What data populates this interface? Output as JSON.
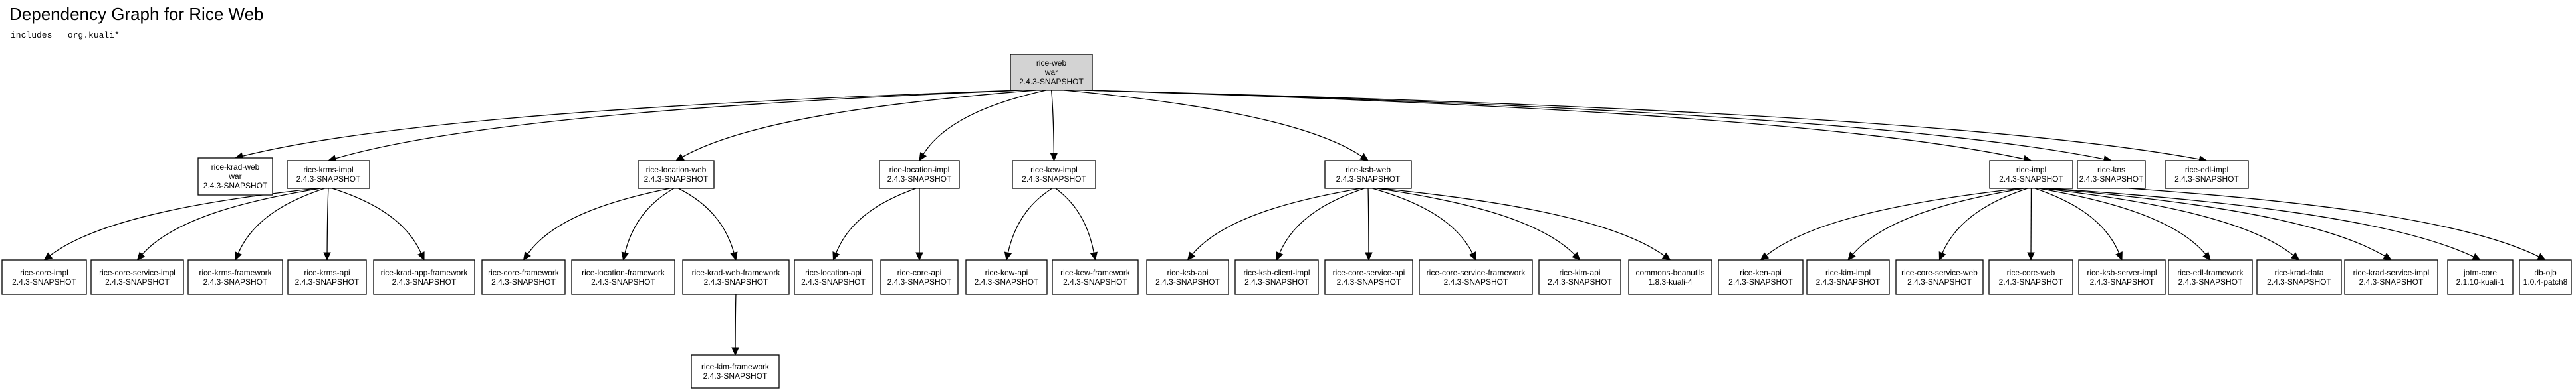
{
  "title": "Dependency Graph for Rice Web",
  "subtitle": "includes = org.kuali*",
  "nodes": [
    {
      "id": "rice-web",
      "lines": [
        "rice-web",
        "war",
        "2.4.3-SNAPSHOT"
      ],
      "root": true
    },
    {
      "id": "rice-krad-web",
      "lines": [
        "rice-krad-web",
        "war",
        "2.4.3-SNAPSHOT"
      ]
    },
    {
      "id": "rice-krms-impl",
      "lines": [
        "rice-krms-impl",
        "2.4.3-SNAPSHOT"
      ]
    },
    {
      "id": "rice-location-web",
      "lines": [
        "rice-location-web",
        "2.4.3-SNAPSHOT"
      ]
    },
    {
      "id": "rice-location-impl",
      "lines": [
        "rice-location-impl",
        "2.4.3-SNAPSHOT"
      ]
    },
    {
      "id": "rice-kew-impl",
      "lines": [
        "rice-kew-impl",
        "2.4.3-SNAPSHOT"
      ]
    },
    {
      "id": "rice-ksb-web",
      "lines": [
        "rice-ksb-web",
        "2.4.3-SNAPSHOT"
      ]
    },
    {
      "id": "rice-impl",
      "lines": [
        "rice-impl",
        "2.4.3-SNAPSHOT"
      ]
    },
    {
      "id": "rice-kns",
      "lines": [
        "rice-kns",
        "2.4.3-SNAPSHOT"
      ]
    },
    {
      "id": "rice-edl-impl",
      "lines": [
        "rice-edl-impl",
        "2.4.3-SNAPSHOT"
      ]
    },
    {
      "id": "rice-core-impl",
      "lines": [
        "rice-core-impl",
        "2.4.3-SNAPSHOT"
      ]
    },
    {
      "id": "rice-core-service-impl",
      "lines": [
        "rice-core-service-impl",
        "2.4.3-SNAPSHOT"
      ]
    },
    {
      "id": "rice-krms-framework",
      "lines": [
        "rice-krms-framework",
        "2.4.3-SNAPSHOT"
      ]
    },
    {
      "id": "rice-krms-api",
      "lines": [
        "rice-krms-api",
        "2.4.3-SNAPSHOT"
      ]
    },
    {
      "id": "rice-krad-app-framework",
      "lines": [
        "rice-krad-app-framework",
        "2.4.3-SNAPSHOT"
      ]
    },
    {
      "id": "rice-core-framework",
      "lines": [
        "rice-core-framework",
        "2.4.3-SNAPSHOT"
      ]
    },
    {
      "id": "rice-location-framework",
      "lines": [
        "rice-location-framework",
        "2.4.3-SNAPSHOT"
      ]
    },
    {
      "id": "rice-krad-web-framework",
      "lines": [
        "rice-krad-web-framework",
        "2.4.3-SNAPSHOT"
      ]
    },
    {
      "id": "rice-location-api",
      "lines": [
        "rice-location-api",
        "2.4.3-SNAPSHOT"
      ]
    },
    {
      "id": "rice-core-api",
      "lines": [
        "rice-core-api",
        "2.4.3-SNAPSHOT"
      ]
    },
    {
      "id": "rice-kew-api",
      "lines": [
        "rice-kew-api",
        "2.4.3-SNAPSHOT"
      ]
    },
    {
      "id": "rice-kew-framework",
      "lines": [
        "rice-kew-framework",
        "2.4.3-SNAPSHOT"
      ]
    },
    {
      "id": "rice-ksb-api",
      "lines": [
        "rice-ksb-api",
        "2.4.3-SNAPSHOT"
      ]
    },
    {
      "id": "rice-ksb-client-impl",
      "lines": [
        "rice-ksb-client-impl",
        "2.4.3-SNAPSHOT"
      ]
    },
    {
      "id": "rice-core-service-api",
      "lines": [
        "rice-core-service-api",
        "2.4.3-SNAPSHOT"
      ]
    },
    {
      "id": "rice-core-service-framework",
      "lines": [
        "rice-core-service-framework",
        "2.4.3-SNAPSHOT"
      ]
    },
    {
      "id": "rice-kim-api",
      "lines": [
        "rice-kim-api",
        "2.4.3-SNAPSHOT"
      ]
    },
    {
      "id": "commons-beanutils",
      "lines": [
        "commons-beanutils",
        "1.8.3-kuali-4"
      ]
    },
    {
      "id": "rice-ken-api",
      "lines": [
        "rice-ken-api",
        "2.4.3-SNAPSHOT"
      ]
    },
    {
      "id": "rice-kim-impl",
      "lines": [
        "rice-kim-impl",
        "2.4.3-SNAPSHOT"
      ]
    },
    {
      "id": "rice-core-service-web",
      "lines": [
        "rice-core-service-web",
        "2.4.3-SNAPSHOT"
      ]
    },
    {
      "id": "rice-core-web",
      "lines": [
        "rice-core-web",
        "2.4.3-SNAPSHOT"
      ]
    },
    {
      "id": "rice-ksb-server-impl",
      "lines": [
        "rice-ksb-server-impl",
        "2.4.3-SNAPSHOT"
      ]
    },
    {
      "id": "rice-edl-framework",
      "lines": [
        "rice-edl-framework",
        "2.4.3-SNAPSHOT"
      ]
    },
    {
      "id": "rice-krad-data",
      "lines": [
        "rice-krad-data",
        "2.4.3-SNAPSHOT"
      ]
    },
    {
      "id": "rice-krad-service-impl",
      "lines": [
        "rice-krad-service-impl",
        "2.4.3-SNAPSHOT"
      ]
    },
    {
      "id": "jotm-core",
      "lines": [
        "jotm-core",
        "2.1.10-kuali-1"
      ]
    },
    {
      "id": "db-ojb",
      "lines": [
        "db-ojb",
        "1.0.4-patch8"
      ]
    },
    {
      "id": "rice-kim-framework",
      "lines": [
        "rice-kim-framework",
        "2.4.3-SNAPSHOT"
      ]
    }
  ],
  "edges": [
    [
      "rice-web",
      "rice-krad-web"
    ],
    [
      "rice-web",
      "rice-krms-impl"
    ],
    [
      "rice-web",
      "rice-location-web"
    ],
    [
      "rice-web",
      "rice-location-impl"
    ],
    [
      "rice-web",
      "rice-kew-impl"
    ],
    [
      "rice-web",
      "rice-ksb-web"
    ],
    [
      "rice-web",
      "rice-impl"
    ],
    [
      "rice-web",
      "rice-kns"
    ],
    [
      "rice-web",
      "rice-edl-impl"
    ],
    [
      "rice-krms-impl",
      "rice-core-impl"
    ],
    [
      "rice-krms-impl",
      "rice-core-service-impl"
    ],
    [
      "rice-krms-impl",
      "rice-krms-framework"
    ],
    [
      "rice-krms-impl",
      "rice-krms-api"
    ],
    [
      "rice-krms-impl",
      "rice-krad-app-framework"
    ],
    [
      "rice-location-web",
      "rice-core-framework"
    ],
    [
      "rice-location-web",
      "rice-location-framework"
    ],
    [
      "rice-location-web",
      "rice-krad-web-framework"
    ],
    [
      "rice-location-impl",
      "rice-location-api"
    ],
    [
      "rice-location-impl",
      "rice-core-api"
    ],
    [
      "rice-kew-impl",
      "rice-kew-api"
    ],
    [
      "rice-kew-impl",
      "rice-kew-framework"
    ],
    [
      "rice-ksb-web",
      "rice-ksb-api"
    ],
    [
      "rice-ksb-web",
      "rice-ksb-client-impl"
    ],
    [
      "rice-ksb-web",
      "rice-core-service-api"
    ],
    [
      "rice-ksb-web",
      "rice-core-service-framework"
    ],
    [
      "rice-ksb-web",
      "rice-kim-api"
    ],
    [
      "rice-ksb-web",
      "commons-beanutils"
    ],
    [
      "rice-impl",
      "rice-ken-api"
    ],
    [
      "rice-impl",
      "rice-kim-impl"
    ],
    [
      "rice-impl",
      "rice-core-service-web"
    ],
    [
      "rice-impl",
      "rice-core-web"
    ],
    [
      "rice-impl",
      "rice-ksb-server-impl"
    ],
    [
      "rice-impl",
      "rice-edl-framework"
    ],
    [
      "rice-impl",
      "rice-krad-data"
    ],
    [
      "rice-impl",
      "rice-krad-service-impl"
    ],
    [
      "rice-impl",
      "jotm-core"
    ],
    [
      "rice-kns",
      "db-ojb"
    ],
    [
      "rice-krad-web-framework",
      "rice-kim-framework"
    ]
  ]
}
